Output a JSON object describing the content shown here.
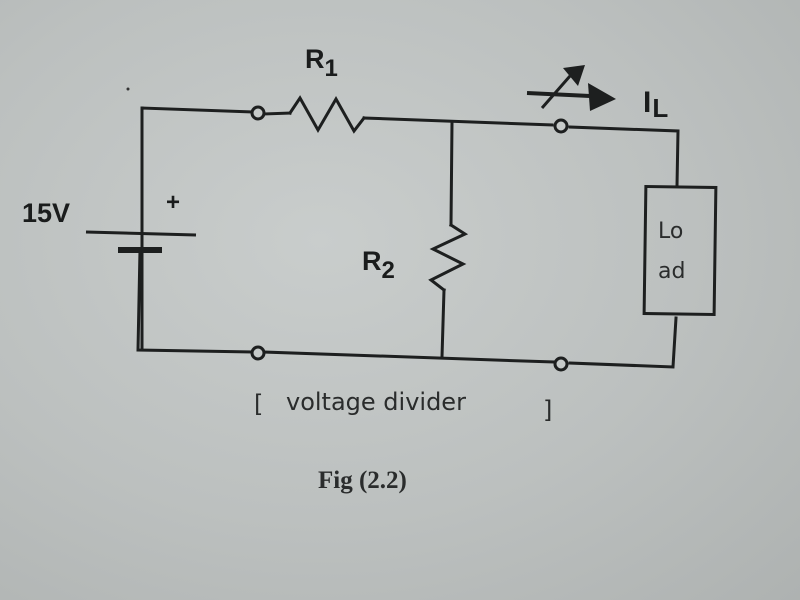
{
  "diagram": {
    "type": "circuit",
    "source": {
      "label": "15V",
      "polarity_mark": "+"
    },
    "resistors": [
      {
        "id": "r1",
        "name": "R",
        "subscript": "1",
        "connection": "series"
      },
      {
        "id": "r2",
        "name": "R",
        "subscript": "2",
        "connection": "shunt"
      }
    ],
    "load": {
      "line1": "Lo",
      "line2": "ad"
    },
    "current": {
      "name": "I",
      "subscript": "L"
    },
    "caption": {
      "open_bracket": "[",
      "text": "voltage divider",
      "close_bracket": "]"
    },
    "figure_label": "Fig (2.2)",
    "colors": {
      "ink": "#1d1f1f",
      "paper": "#c3c7c6"
    }
  }
}
